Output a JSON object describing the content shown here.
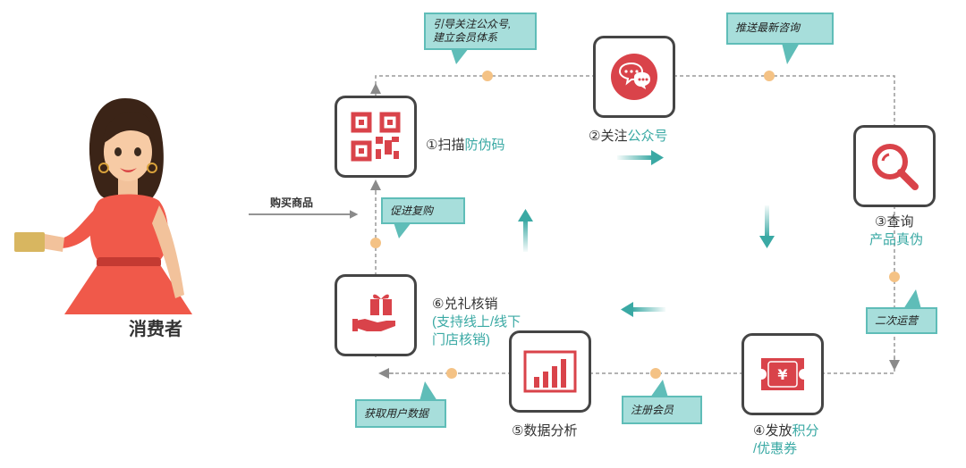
{
  "consumer": {
    "label": "消费者"
  },
  "purchase": {
    "label": "购买商品"
  },
  "steps": [
    {
      "number": "①",
      "line1": "扫描",
      "line1_highlight": "防伪码",
      "icon": "qr-code-icon"
    },
    {
      "number": "②",
      "line1": "关注",
      "line1_highlight": "公众号",
      "icon": "chat-bubbles-icon"
    },
    {
      "number": "③",
      "line1": "查询",
      "line2_highlight": "产品真伪",
      "icon": "magnifier-icon"
    },
    {
      "number": "④",
      "line1": "发放",
      "line1_highlight": "积分",
      "line2_highlight": "/优惠券",
      "icon": "coupon-ticket-icon"
    },
    {
      "number": "⑤",
      "line1": "数据分析",
      "icon": "bar-chart-icon"
    },
    {
      "number": "⑥",
      "line1": "兑礼核销",
      "line2_highlight": "(支持线上/线下",
      "line3_highlight": "门店核销)",
      "icon": "gift-hand-icon"
    }
  ],
  "callouts": {
    "guide": "引导关注公众号,",
    "guide_line2": "建立会员体系",
    "push": "推送最新咨询",
    "secondary": "二次运营",
    "register": "注册会员",
    "collect": "获取用户数据",
    "repurchase": "促进复购"
  },
  "colors": {
    "accent_red": "#d9434a",
    "teal": "#3aa9a4",
    "dot": "#f4c285",
    "box_border": "#454545"
  }
}
